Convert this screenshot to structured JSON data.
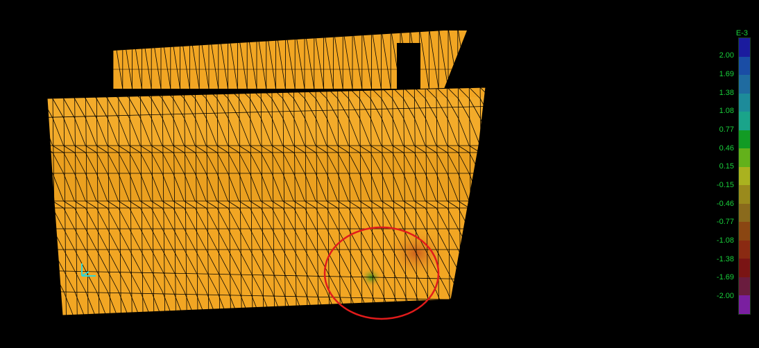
{
  "legend": {
    "exponent": "E-3",
    "labels": [
      "2.00",
      "1.69",
      "1.38",
      "1.08",
      "0.77",
      "0.46",
      "0.15",
      "-0.15",
      "-0.46",
      "-0.77",
      "-1.08",
      "-1.38",
      "-1.69",
      "-2.00"
    ],
    "colors": [
      "#1b1b9e",
      "#1a4da5",
      "#1f6ba0",
      "#1d8b9a",
      "#1aa48a",
      "#129b24",
      "#63b11b",
      "#aab21f",
      "#9a8a1c",
      "#8a6a1c",
      "#8a4612",
      "#8a2a12",
      "#7a1414",
      "#6a1c3e",
      "#7a1fa0"
    ]
  },
  "mesh": {
    "fill_color": "#f2a623",
    "line_color": "#000000",
    "highlight_color": "#e01b1b"
  }
}
